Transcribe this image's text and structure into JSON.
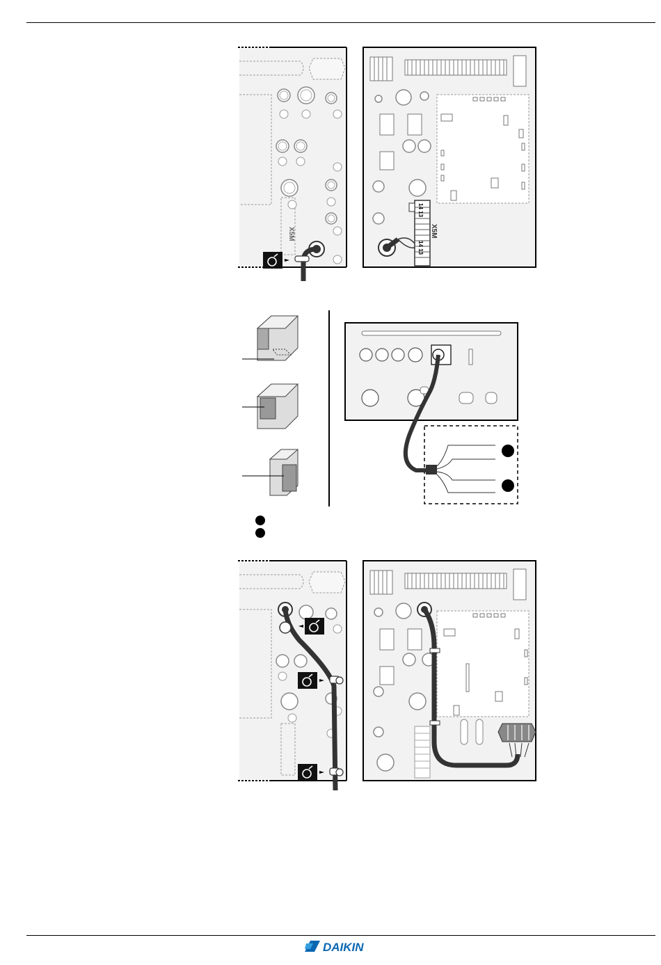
{
  "figure1": {
    "left_panel_label": "X5M",
    "right_panel_label": "X5M",
    "terminal_top": "14 13",
    "terminal_bottom": "14 13"
  },
  "brand": {
    "name": "DAIKIN",
    "color": "#0b67b2"
  }
}
